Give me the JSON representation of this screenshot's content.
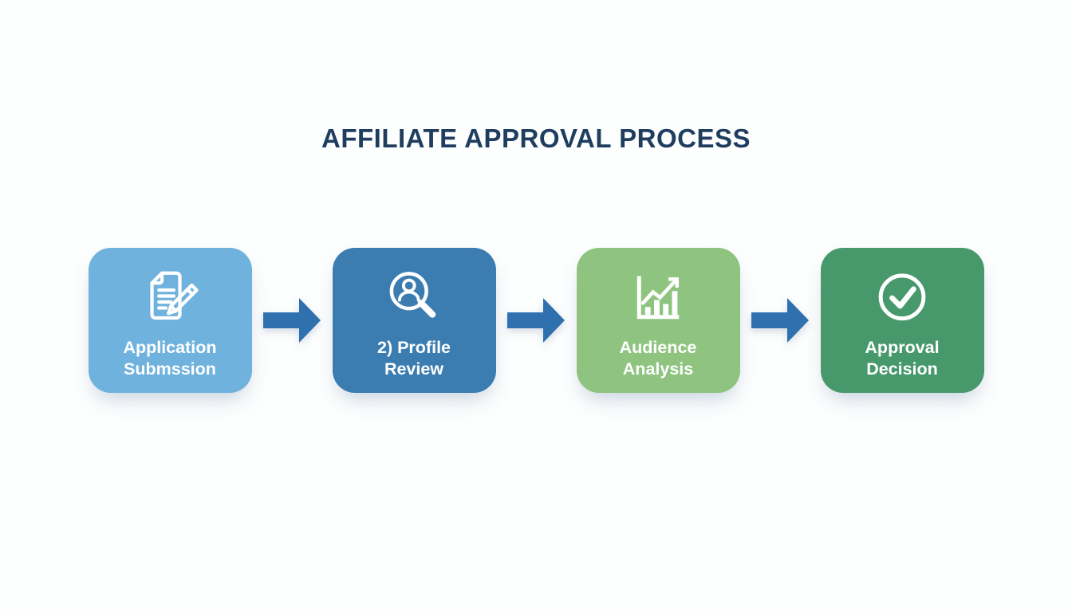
{
  "title": "AFFILIATE APPROVAL PROCESS",
  "colors": {
    "background": "#FDFEFE",
    "title": "#1F3E5F",
    "label": "#FFFFFF",
    "icon": "#FFFFFF",
    "arrow": "#2E71AE",
    "step1": "#6FB2DD",
    "step2": "#3B7CB1",
    "step3": "#8FC480",
    "step4": "#47996C"
  },
  "steps": [
    {
      "label": "Application\nSubmssion",
      "icon": "document-pencil-icon"
    },
    {
      "label": "2) Profile\nReview",
      "icon": "profile-search-icon"
    },
    {
      "label": "Audience\nAnalysis",
      "icon": "bar-chart-growth-icon"
    },
    {
      "label": "Approval\nDecision",
      "icon": "check-circle-icon"
    }
  ]
}
